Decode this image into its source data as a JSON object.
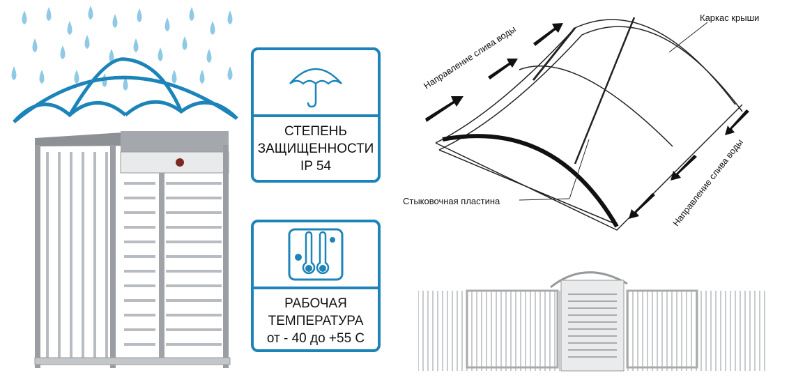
{
  "colors": {
    "accent": "#1c84b8",
    "drop": "#8fc9e6",
    "metal": "#b8bcc0"
  },
  "protection": {
    "icon": "umbrella-icon",
    "line1": "СТЕПЕНЬ",
    "line2": "ЗАЩИЩЕННОСТИ",
    "line3": "IP 54"
  },
  "temperature": {
    "icon": "thermometers-icon",
    "line1": "РАБОЧАЯ",
    "line2": "ТЕМПЕРАТУРА",
    "line3": "от - 40 до +55  С"
  },
  "roof_diagram": {
    "frame_label": "Каркас крыши",
    "drain_label_left": "Направление слива воды",
    "drain_label_right": "Направление слива воды",
    "joint_plate_label": "Стыковочная пластина"
  }
}
